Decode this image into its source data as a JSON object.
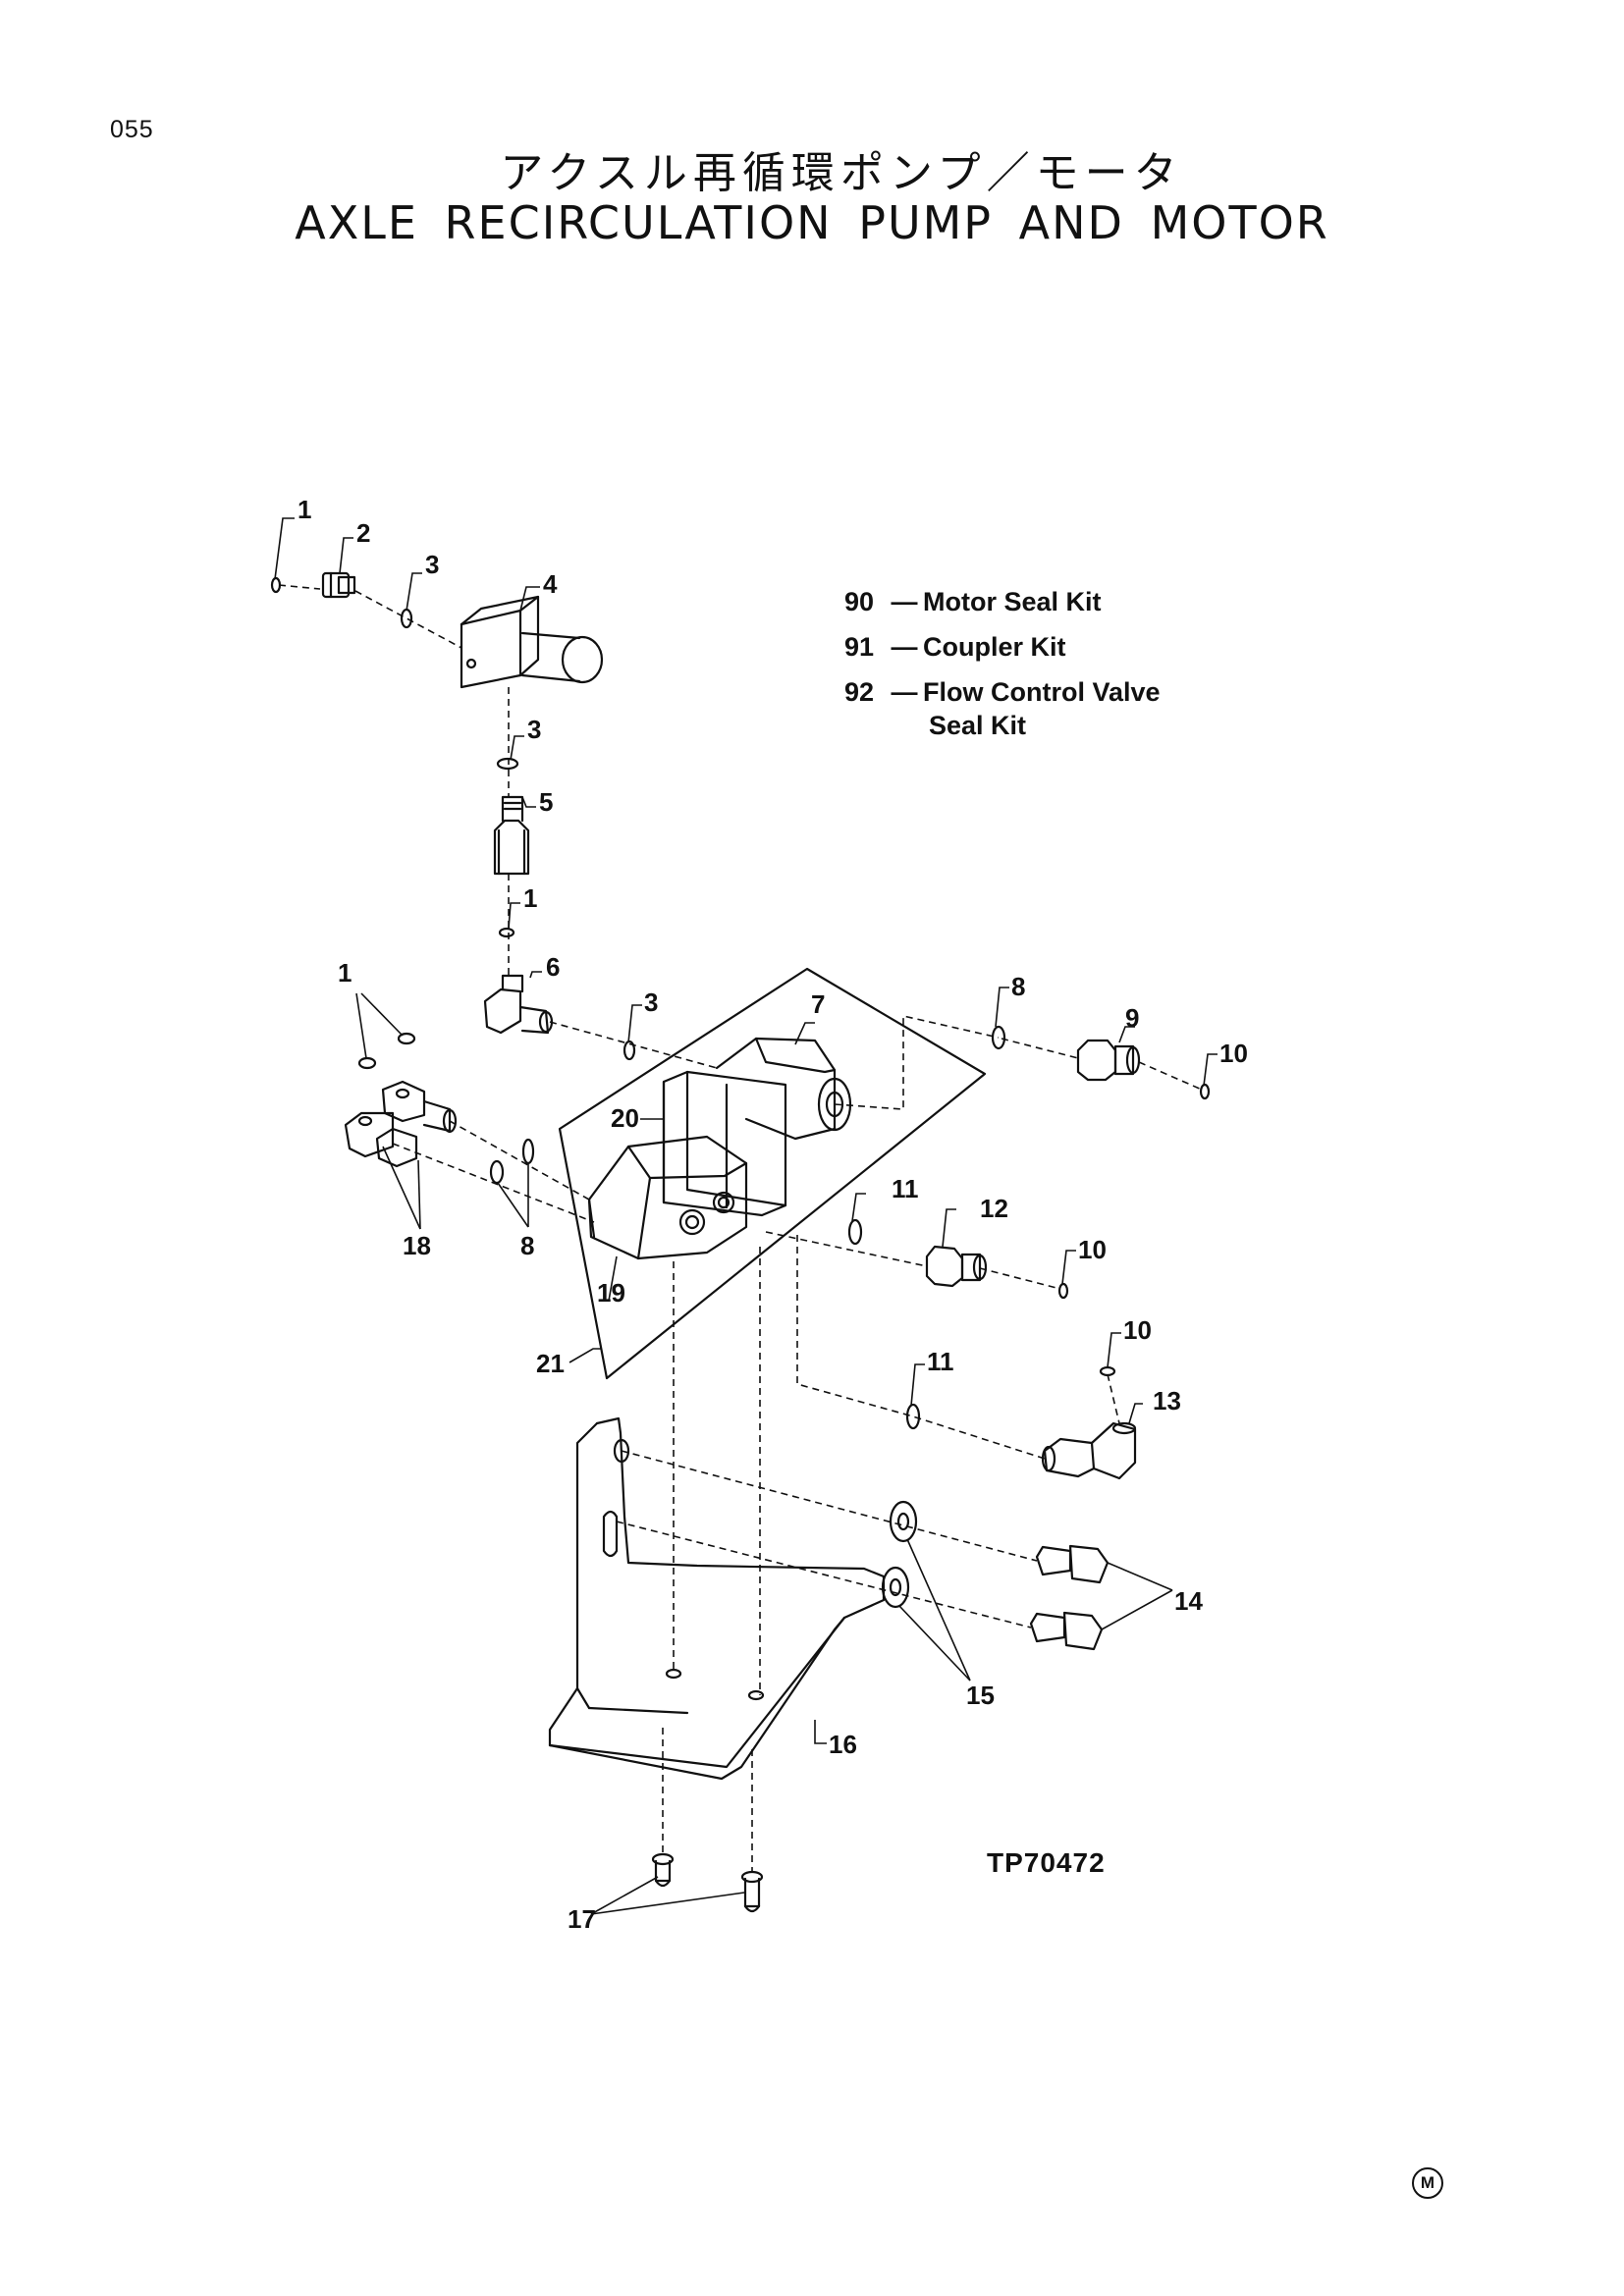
{
  "page": {
    "number": "055",
    "title_jp": "アクスル再循環ポンプ／モータ",
    "title_en": "AXLE RECIRCULATION PUMP AND MOTOR",
    "reference_code": "TP70472",
    "corner_mark": "M"
  },
  "kits": [
    {
      "number": "90",
      "label": "Motor Seal Kit"
    },
    {
      "number": "91",
      "label": "Coupler Kit"
    },
    {
      "number": "92",
      "label": "Flow Control Valve",
      "label_line2": "Seal Kit"
    }
  ],
  "kit_dash": "—",
  "callouts": {
    "c1a": "1",
    "c2": "2",
    "c3a": "3",
    "c4": "4",
    "c3b": "3",
    "c5": "5",
    "c1b": "1",
    "c1c": "1",
    "c6": "6",
    "c3c": "3",
    "c7": "7",
    "c8a": "8",
    "c9": "9",
    "c10a": "10",
    "c20": "20",
    "c11a": "11",
    "c12": "12",
    "c10b": "10",
    "c18": "18",
    "c8b": "8",
    "c19": "19",
    "c21": "21",
    "c10c": "10",
    "c11b": "11",
    "c13": "13",
    "c14": "14",
    "c15": "15",
    "c16": "16",
    "c17": "17"
  }
}
